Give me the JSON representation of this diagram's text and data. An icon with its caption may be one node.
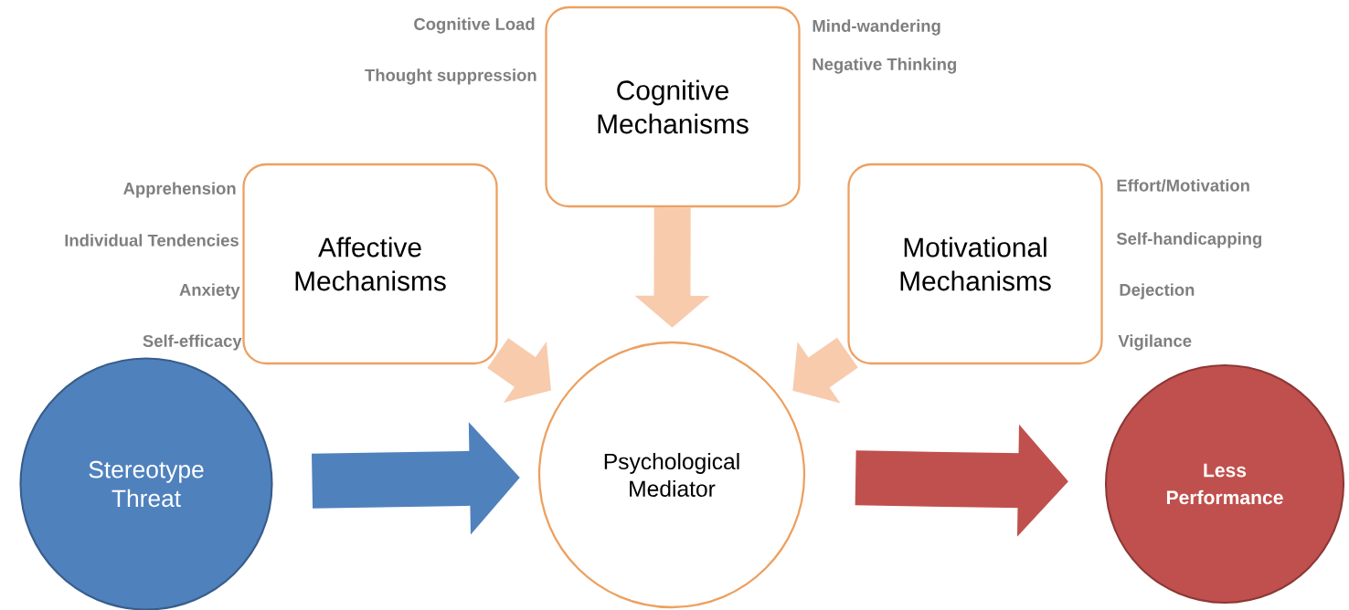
{
  "diagram": {
    "nodes": [
      {
        "text": [
          "Cognitive Mechanisms"
        ],
        "beside": [
          "Cognitive Load",
          "Thought suppression",
          "Mind-wandering",
          "Negative Thinking"
        ]
      },
      {
        "text": [
          "Affective Mechanisms"
        ],
        "beside": [
          "Apprehension",
          "Individual Tendencies",
          "Anxiety",
          "Self-efficacy"
        ]
      },
      {
        "text": [
          "Motivational Mechanisms"
        ],
        "beside": [
          "Effort/Motivation",
          "Self-handicapping",
          "Dejection",
          "Vigilance"
        ]
      },
      {
        "text": [
          "Stereotype Threat"
        ]
      },
      {
        "text": [
          "Psychological Mediator"
        ]
      },
      {
        "text": [
          "Less Performance"
        ]
      }
    ],
    "edges": [
      {
        "from": 0,
        "to": 4,
        "arrow": "to"
      },
      {
        "from": 1,
        "to": 4,
        "arrow": "to"
      },
      {
        "from": 2,
        "to": 4,
        "arrow": "to"
      },
      {
        "from": 3,
        "to": 4,
        "arrow": "to",
        "color": "#4f81bd"
      },
      {
        "from": 4,
        "to": 5,
        "arrow": "to",
        "color": "#c0504d"
      }
    ]
  }
}
